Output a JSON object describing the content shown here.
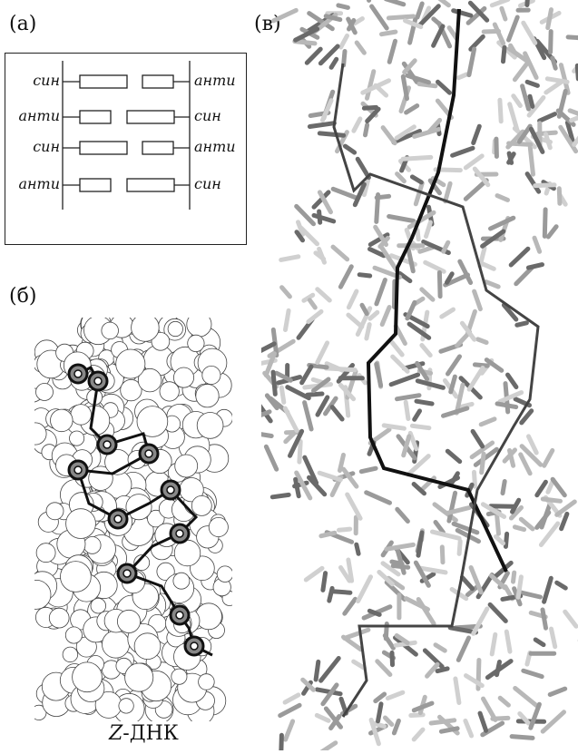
{
  "panels": {
    "a": "(а)",
    "b": "(б)",
    "c": "(в)"
  },
  "schema": {
    "rows": [
      {
        "left": "син",
        "right": "анти"
      },
      {
        "left": "анти",
        "right": "син"
      },
      {
        "left": "син",
        "right": "анти"
      },
      {
        "left": "анти",
        "right": "син"
      }
    ]
  },
  "caption": {
    "prefix": "Z",
    "suffix": "-ДНК"
  },
  "colors": {
    "stroke": "#222222",
    "stick_light": "#b8b8b8",
    "stick_dark": "#6a6a6a",
    "backbone": "#111111"
  }
}
